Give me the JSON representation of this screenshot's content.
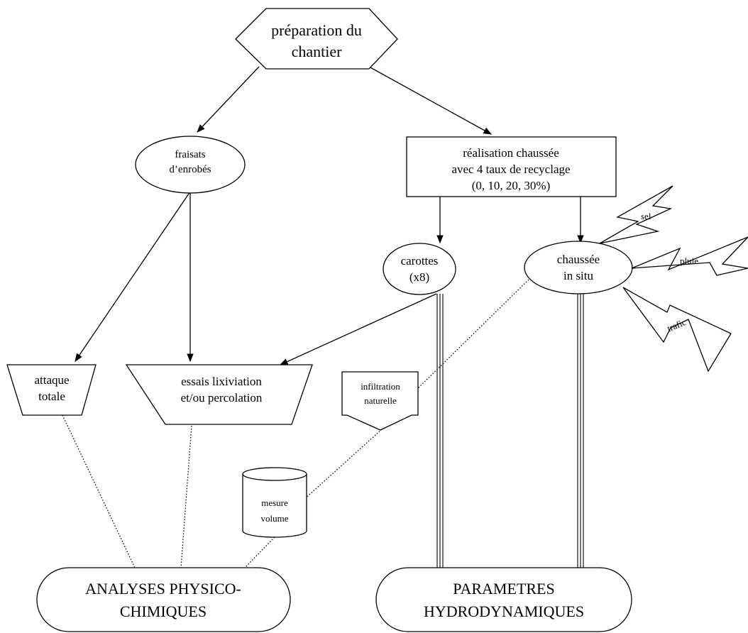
{
  "colors": {
    "stroke": "#000000",
    "fill": "#ffffff",
    "background": "#ffffff"
  },
  "nodes": {
    "preparation": {
      "shape": "hexagon",
      "lines": [
        "préparation du",
        "chantier"
      ]
    },
    "fraisats": {
      "shape": "ellipse",
      "lines": [
        "fraisats",
        "d’enrobés"
      ]
    },
    "realisation": {
      "shape": "rectangle",
      "lines": [
        "réalisation chaussée",
        "avec 4 taux de recyclage",
        "(0, 10, 20, 30%)"
      ]
    },
    "carottes": {
      "shape": "ellipse",
      "lines": [
        "carottes",
        "(x8)"
      ]
    },
    "chaussee": {
      "shape": "ellipse",
      "lines": [
        "chaussée",
        "in situ"
      ]
    },
    "attaque": {
      "shape": "trapezoid",
      "lines": [
        "attaque",
        "totale"
      ]
    },
    "essais": {
      "shape": "trapezoid",
      "lines": [
        "essais lixiviation",
        "et/ou percolation"
      ]
    },
    "infiltration": {
      "shape": "callout-arrow",
      "lines": [
        "infiltration",
        "naturelle"
      ]
    },
    "mesure": {
      "shape": "cylinder",
      "lines": [
        "mesure",
        "volume"
      ]
    },
    "analyses": {
      "shape": "terminator",
      "lines": [
        "ANALYSES PHYSICO-",
        "CHIMIQUES"
      ]
    },
    "parametres": {
      "shape": "terminator",
      "lines": [
        "PARAMETRES",
        "HYDRODYNAMIQUES"
      ]
    }
  },
  "weather": {
    "sel": "sel",
    "pluie": "pluie",
    "trafic": "trafic"
  },
  "edges": [
    {
      "from": "preparation",
      "to": "fraisats",
      "style": "arrow"
    },
    {
      "from": "preparation",
      "to": "realisation",
      "style": "arrow"
    },
    {
      "from": "fraisats",
      "to": "attaque",
      "style": "arrow"
    },
    {
      "from": "fraisats",
      "to": "essais",
      "style": "arrow"
    },
    {
      "from": "realisation",
      "to": "carottes",
      "style": "arrow"
    },
    {
      "from": "realisation",
      "to": "chaussee",
      "style": "arrow"
    },
    {
      "from": "carottes",
      "to": "essais",
      "style": "arrow"
    },
    {
      "from": "carottes",
      "to": "parametres",
      "style": "triple-line"
    },
    {
      "from": "chaussee",
      "to": "parametres",
      "style": "triple-line"
    },
    {
      "from": "chaussee",
      "to": "infiltration",
      "style": "dotted"
    },
    {
      "from": "infiltration",
      "to": "mesure",
      "style": "dotted"
    },
    {
      "from": "attaque",
      "to": "analyses",
      "style": "dotted"
    },
    {
      "from": "essais",
      "to": "analyses",
      "style": "dotted"
    },
    {
      "from": "mesure",
      "to": "analyses",
      "style": "dotted"
    }
  ]
}
